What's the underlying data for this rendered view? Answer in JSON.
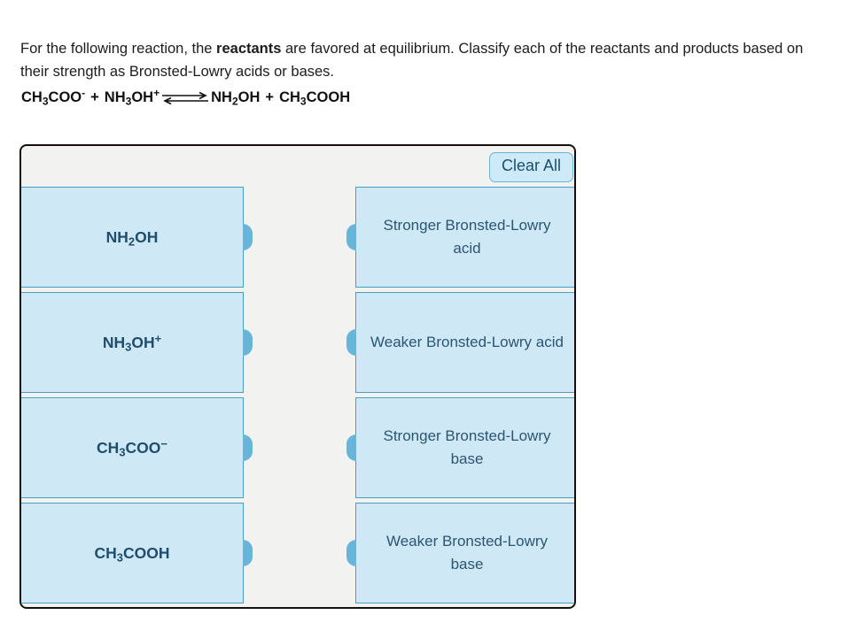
{
  "question": {
    "line1_before": "For the following reaction, the ",
    "line1_bold": "reactants",
    "line1_after": " are favored at equilibrium. Classify each of the reactants and products based on their strength as Bronsted-Lowry acids or bases."
  },
  "equation": {
    "full_text": "CH3COO- + NH3OH+ ⇌ NH2OH + CH3COOH",
    "arrow_icon": "equilibrium-double-arrow",
    "reactant_1": {
      "base": "CH",
      "sub1": "3",
      "mid": "COO",
      "sup1": "-"
    },
    "reactant_2": {
      "base": "NH",
      "sub1": "3",
      "mid": "OH",
      "sup1": "+"
    },
    "product_1": {
      "base": "NH",
      "sub1": "2",
      "mid": "OH",
      "sup1": ""
    },
    "product_2": {
      "base": "CH",
      "sub1": "3",
      "mid": "COOH",
      "sup1": ""
    },
    "plus": "+"
  },
  "toolbar": {
    "clear_all_label": "Clear All"
  },
  "colors": {
    "tile_fill": "#cfe8f6",
    "tile_border": "#4b9dc4",
    "knob": "#68b5d9",
    "panel_bg": "#f2f2f0",
    "panel_border": "#15100e",
    "button_fill": "#cdeaf8",
    "left_text": "#1f4d6c",
    "right_text": "#2b5572"
  },
  "left_column": {
    "items": [
      {
        "id": "nh2oh",
        "base": "NH",
        "sub": "2",
        "mid": "OH",
        "sup": "",
        "plain": "NH2OH"
      },
      {
        "id": "nh3oh+",
        "base": "NH",
        "sub": "3",
        "mid": "OH",
        "sup": "+",
        "plain": "NH3OH+"
      },
      {
        "id": "ch3coo-",
        "base": "CH",
        "sub": "3",
        "mid": "COO",
        "sup": "−",
        "plain": "CH3COO-"
      },
      {
        "id": "ch3cooh",
        "base": "CH",
        "sub": "3",
        "mid": "COOH",
        "sup": "",
        "plain": "CH3COOH"
      }
    ]
  },
  "right_column": {
    "items": [
      {
        "id": "stronger-acid",
        "label": "Stronger Bronsted-Lowry acid"
      },
      {
        "id": "weaker-acid",
        "label": "Weaker Bronsted-Lowry acid"
      },
      {
        "id": "stronger-base",
        "label": "Stronger Bronsted-Lowry base"
      },
      {
        "id": "weaker-base",
        "label": "Weaker Bronsted-Lowry base"
      }
    ]
  }
}
